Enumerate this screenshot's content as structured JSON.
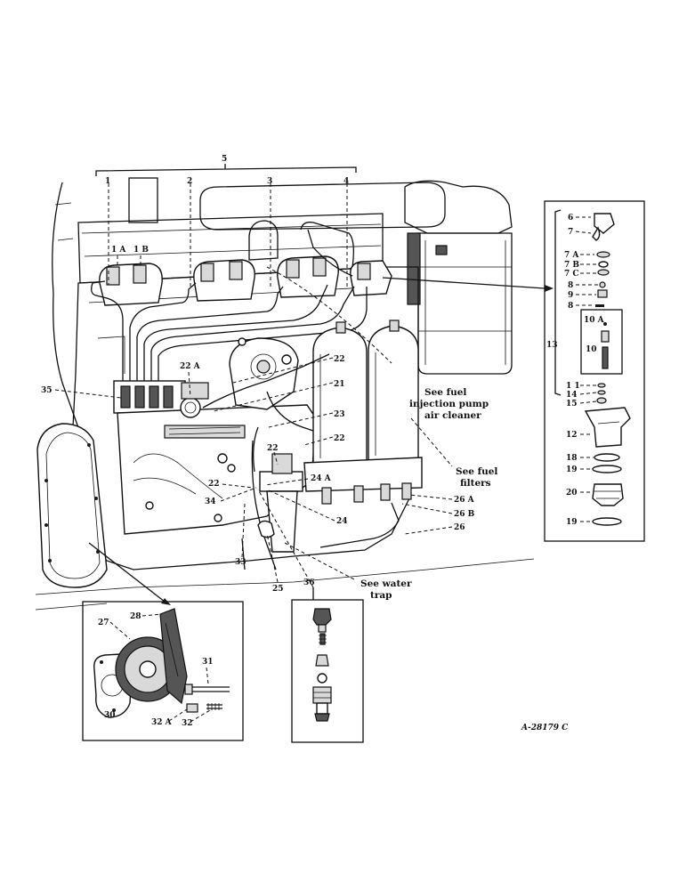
{
  "callouts": {
    "n1": "1",
    "n1a": "1 A",
    "n1b": "1 B",
    "n2": "2",
    "n3": "3",
    "n4": "4",
    "n5": "5",
    "n21": "21",
    "n22a": "22 A",
    "n22_1": "22",
    "n22_2": "22",
    "n22_3": "22",
    "n22_4": "22",
    "n23": "23",
    "n24": "24",
    "n24a": "24 A",
    "n25": "25",
    "n26": "26",
    "n26a": "26 A",
    "n26b": "26 B",
    "n33": "33",
    "n34": "34",
    "n35": "35",
    "n36": "36"
  },
  "notes": {
    "pump_cleaner_1": "See fuel",
    "pump_cleaner_2": "injection pump",
    "pump_cleaner_3": "air cleaner",
    "filters_1": "See fuel",
    "filters_2": "filters",
    "water_trap_1": "See water",
    "water_trap_2": "trap"
  },
  "nozzle_panel": {
    "labels": [
      "6",
      "7",
      "7 A",
      "7 B",
      "7 C",
      "8",
      "9",
      "8",
      "10 A",
      "10",
      "13",
      "1 1",
      "14",
      "15",
      "12",
      "18",
      "19",
      "20",
      "19"
    ]
  },
  "gear_panel": {
    "labels": [
      "27",
      "28",
      "31",
      "30",
      "32 A",
      "32"
    ]
  },
  "reference": "A-28179 C"
}
